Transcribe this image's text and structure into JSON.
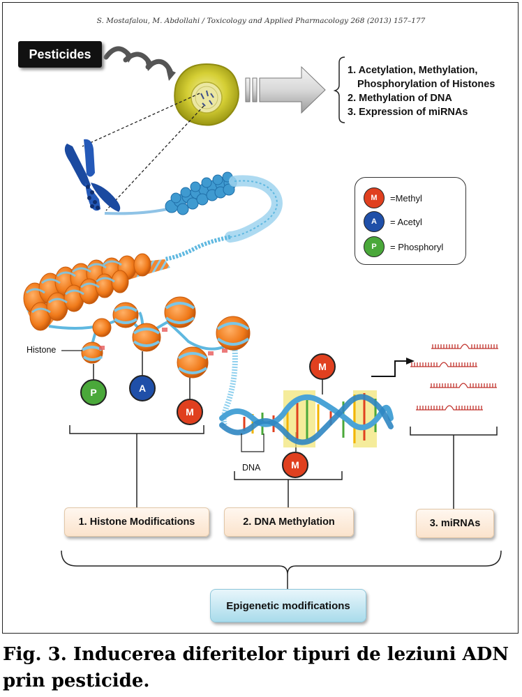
{
  "citation": "S. Mostafalou, M. Abdollahi / Toxicology and Applied Pharmacology 268 (2013) 157–177",
  "pesticides_label": "Pesticides",
  "effects": [
    "1. Acetylation, Methylation,",
    "Phosphorylation of Histones",
    "2. Methylation of DNA",
    "3. Expression of miRNAs"
  ],
  "legend": {
    "items": [
      {
        "symbol": "M",
        "text": "=Methyl",
        "color": "#e0401f"
      },
      {
        "symbol": "A",
        "text": "= Acetyl",
        "color": "#1f4fa8"
      },
      {
        "symbol": "P",
        "text": "= Phosphoryl",
        "color": "#4aa83a"
      }
    ]
  },
  "histone_label": "Histone",
  "histone_marks": [
    {
      "symbol": "P",
      "color": "#4aa83a"
    },
    {
      "symbol": "A",
      "color": "#1f4fa8"
    },
    {
      "symbol": "M",
      "color": "#e0401f"
    }
  ],
  "dna_marks": [
    {
      "symbol": "M",
      "color": "#e0401f"
    },
    {
      "symbol": "M",
      "color": "#e0401f"
    }
  ],
  "dna_label": "DNA",
  "categories": [
    "1. Histone Modifications",
    "2. DNA Methylation",
    "3. miRNAs"
  ],
  "epigenetic_label": "Epigenetic modifications",
  "caption_line1": "Fig. 3. Inducerea diferitelor tipuri de leziuni ADN",
  "caption_line2": "prin pesticide.",
  "colors": {
    "nucleosome_orange": "#f07a1a",
    "dna_blue": "#5fb8e0",
    "chromosome_blue": "#1b4aa0",
    "cell_yellow": "#c8c21a",
    "mirna_red": "#c0302a"
  }
}
